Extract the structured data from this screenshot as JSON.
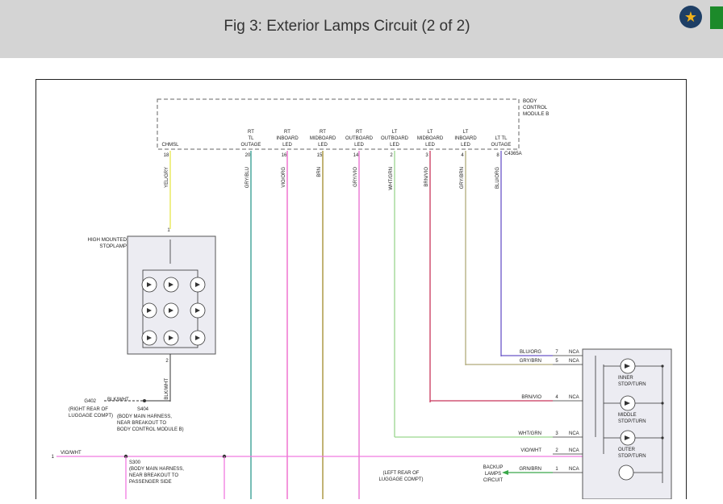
{
  "header": {
    "title": "Fig 3: Exterior Lamps Circuit (2 of 2)"
  },
  "toolbar": {
    "favorite_icon": "star-icon",
    "favorite_glyph": "★",
    "green_button_icon": "green-square-icon"
  },
  "colors": {
    "header_bg": "#d4d4d4",
    "wire_yel_gry": "#e6e64a",
    "wire_gry_blu": "#2e9a8e",
    "wire_vio_org": "#ee5fc8",
    "wire_brn": "#a08a2a",
    "wire_gry_vio": "#e86ad0",
    "wire_wht_grn": "#9ad68e",
    "wire_brn_vio": "#c8355a",
    "wire_gry_brn": "#b0aa7a",
    "wire_blu_org": "#6b56c8",
    "wire_vio_wht": "#f07ae0",
    "wire_grn_brn": "#3aa84a"
  },
  "module": {
    "label": [
      "BODY",
      "CONTROL",
      "MODULE B"
    ],
    "connector": "C4365A",
    "pins": [
      {
        "name": [
          "CHMSL"
        ],
        "pin": "18",
        "wire": "YEL/GRY"
      },
      {
        "name": [
          "RT",
          "TL",
          "OUTAGE"
        ],
        "pin": "20",
        "wire": "GRY/BLU"
      },
      {
        "name": [
          "RT",
          "INBOARD",
          "LED"
        ],
        "pin": "16",
        "wire": "VIO/ORG"
      },
      {
        "name": [
          "RT",
          "MIDBOARD",
          "LED"
        ],
        "pin": "15",
        "wire": "BRN"
      },
      {
        "name": [
          "RT",
          "OUTBOARD",
          "LED"
        ],
        "pin": "14",
        "wire": "GRY/VIO"
      },
      {
        "name": [
          "LT",
          "OUTBOARD",
          "LED"
        ],
        "pin": "2",
        "wire": "WHT/GRN"
      },
      {
        "name": [
          "LT",
          "MIDBOARD",
          "LED"
        ],
        "pin": "3",
        "wire": "BRN/VIO"
      },
      {
        "name": [
          "LT",
          "INBOARD",
          "LED"
        ],
        "pin": "4",
        "wire": "GRY/BRN"
      },
      {
        "name": [
          "LT TL",
          "OUTAGE"
        ],
        "pin": "8",
        "wire": "BLU/ORG"
      }
    ]
  },
  "stoplamp": {
    "label": [
      "HIGH MOUNTED",
      "STOPLAMP"
    ],
    "pin_in": "1",
    "pin_out": "2",
    "out_wire": "BLK/WHT"
  },
  "ground": {
    "splice_wire": "BLK/WHT",
    "ground_id": "G402",
    "ground_location": [
      "(RIGHT REAR OF",
      "LUGGAGE COMPT)"
    ],
    "splice_id": "S404",
    "splice_location": [
      "(BODY MAIN HARNESS,",
      "NEAR BREAKOUT TO",
      "BODY CONTROL MODULE B)"
    ]
  },
  "vio_wht": {
    "pin": "1",
    "wire": "VIO/WHT",
    "splice_id": "S300",
    "splice_location": [
      "(BODY MAIN HARNESS,",
      "NEAR BREAKOUT TO",
      "PASSENGER SIDE"
    ]
  },
  "rear_lamp": {
    "location": [
      "(LEFT REAR OF",
      "LUGGAGE COMPT)"
    ],
    "nca": "NCA",
    "rows": [
      {
        "wire": "BLU/ORG",
        "pin": "7"
      },
      {
        "wire": "GRY/BRN",
        "pin": "5"
      },
      {
        "wire": "BRN/VIO",
        "pin": "4"
      },
      {
        "wire": "WHT/GRN",
        "pin": "3"
      },
      {
        "wire": "VIO/WHT",
        "pin": "2"
      },
      {
        "wire": "GRN/BRN",
        "pin": "1"
      }
    ],
    "leds": [
      {
        "label": [
          "INNER",
          "STOP/TURN"
        ]
      },
      {
        "label": [
          "MIDDLE",
          "STOP/TURN"
        ]
      },
      {
        "label": [
          "OUTER",
          "STOP/TURN"
        ]
      }
    ]
  },
  "backup": {
    "label": [
      "BACKUP",
      "LAMPS",
      "CIRCUIT"
    ]
  }
}
